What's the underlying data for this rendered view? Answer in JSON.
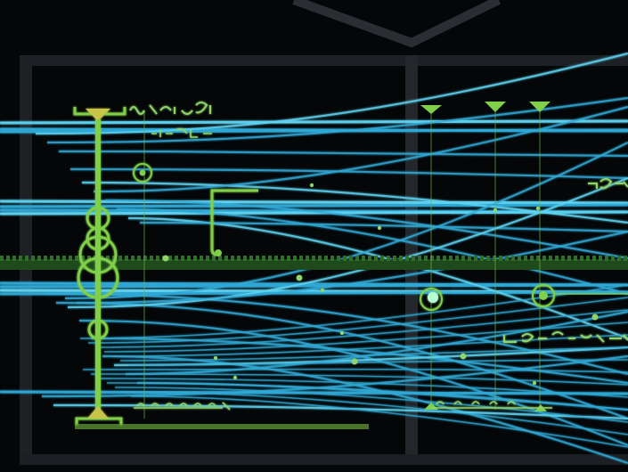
{
  "scene": {
    "description_text": "",
    "glyph_labels": [
      {
        "id": "top-left-readout",
        "text": ""
      },
      {
        "id": "top-left-subreadout",
        "text": ""
      },
      {
        "id": "right-readout",
        "text": ""
      },
      {
        "id": "bottom-left-readout",
        "text": ""
      },
      {
        "id": "bottom-right-readout",
        "text": ""
      }
    ]
  },
  "colors": {
    "background": "#050607",
    "frame": "#2a2d32",
    "fiber": "#2fa9d6",
    "fiber_bright": "#5fd4f2",
    "interface_green": "#7fcf4a",
    "interface_yellow": "#c7c54a",
    "rail_green": "#2f6f2a"
  },
  "icons": [
    "triangle-marker-icon",
    "ring-node-icon",
    "bracket-icon",
    "chain-link-icon"
  ]
}
